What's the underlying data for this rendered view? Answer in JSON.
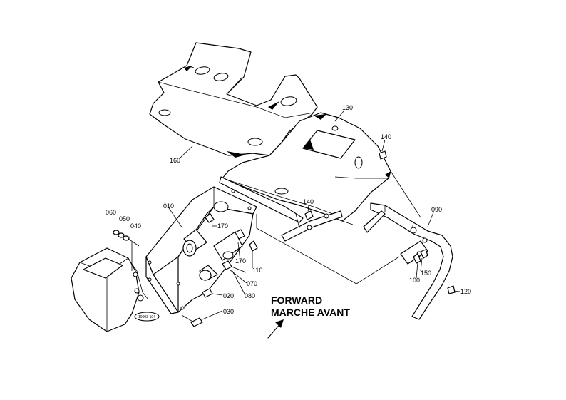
{
  "direction_label": {
    "line1": "FORWARD",
    "line2": "MARCHE AVANT"
  },
  "stamp": "10003-104",
  "callouts": {
    "c010": "010",
    "c020": "020",
    "c030": "030",
    "c040": "040",
    "c050": "050",
    "c060": "060",
    "c070": "070",
    "c080": "080",
    "c090": "090",
    "c100": "100",
    "c110": "110",
    "c120": "120",
    "c130": "130",
    "c140a": "140",
    "c140b": "140",
    "c150": "150",
    "c160": "160",
    "c170a": "170",
    "c170b": "170"
  }
}
